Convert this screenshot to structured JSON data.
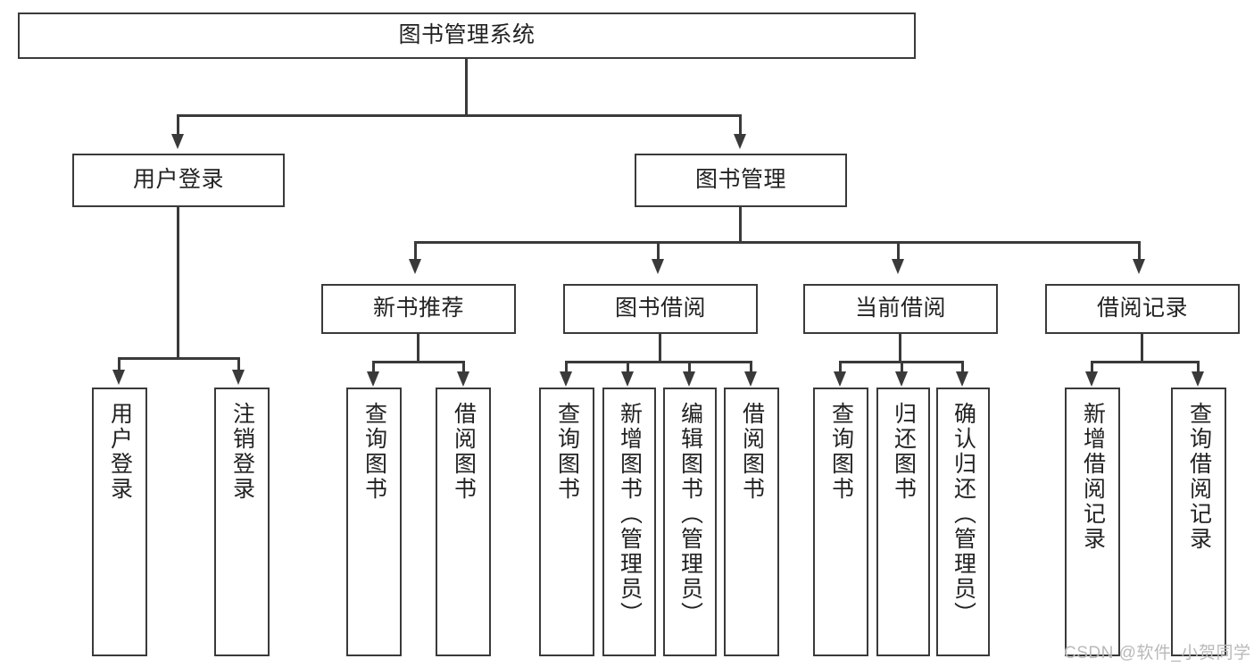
{
  "diagram": {
    "title": "图书管理系统",
    "watermark": "CSDN @软件_小贺同学",
    "colors": {
      "stroke": "#3a3a3a",
      "background": "#ffffff",
      "text": "#222222",
      "watermark": "#b9b9b9"
    },
    "levels": {
      "root": "图书管理系统",
      "level2": [
        "用户登录",
        "图书管理"
      ],
      "level3": [
        "新书推荐",
        "图书借阅",
        "当前借阅",
        "借阅记录"
      ]
    },
    "nodes": {
      "root": "图书管理系统",
      "user_login": "用户登录",
      "book_manage": "图书管理",
      "new_book_recommend": "新书推荐",
      "book_borrow": "图书借阅",
      "current_borrow": "当前借阅",
      "borrow_record": "借阅记录"
    },
    "leaves": {
      "user_login": [
        "用户登录",
        "注销登录"
      ],
      "new_book_recommend": [
        "查询图书",
        "借阅图书"
      ],
      "book_borrow": [
        "查询图书",
        "新增图书（管理员）",
        "编辑图书（管理员）",
        "借阅图书"
      ],
      "current_borrow": [
        "查询图书",
        "归还图书",
        "确认归还（管理员）"
      ],
      "borrow_record": [
        "新增借阅记录",
        "查询借阅记录"
      ]
    }
  }
}
